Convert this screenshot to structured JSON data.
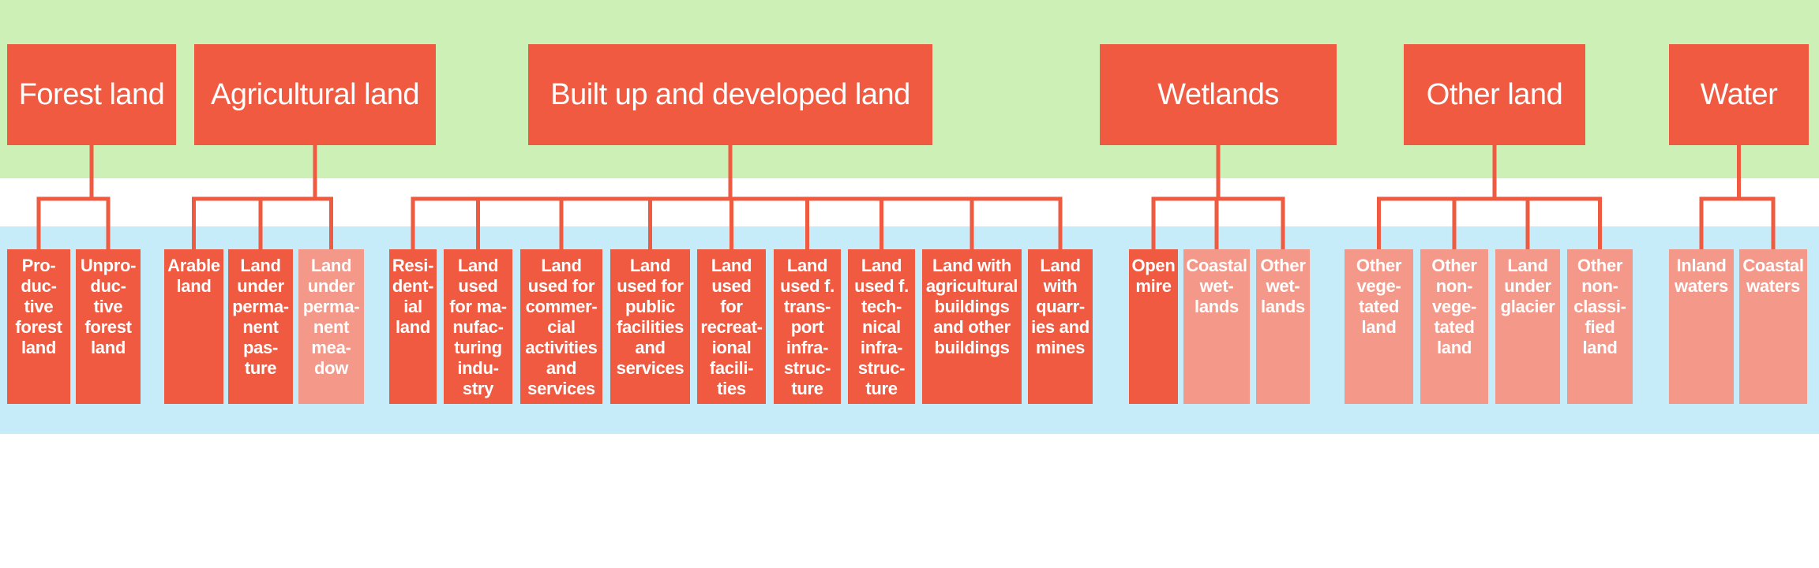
{
  "colors": {
    "band_top": "#cdf0b6",
    "band_bottom": "#c7ecf9",
    "box_dark": "#ef5a40",
    "box_light": "#f4998a",
    "connector": "#ef5a40"
  },
  "categories": [
    {
      "label": "Forest land",
      "children": [
        {
          "label": "Pro-\nduc-\ntive\nforest\nland",
          "shade": "dark"
        },
        {
          "label": "Unpro-\nduc-\ntive\nforest\nland",
          "shade": "dark"
        }
      ]
    },
    {
      "label": "Agricultural land",
      "children": [
        {
          "label": "Arable\nland",
          "shade": "dark"
        },
        {
          "label": "Land\nunder\nperma-\nnent\npas-\nture",
          "shade": "dark"
        },
        {
          "label": "Land\nunder\nperma-\nnent\nmea-\ndow",
          "shade": "light"
        }
      ]
    },
    {
      "label": "Built up and developed land",
      "children": [
        {
          "label": "Resi-\ndent-\nial\nland",
          "shade": "dark"
        },
        {
          "label": "Land\nused\nfor ma-\nnufac-\nturing\nindu-\nstry",
          "shade": "dark"
        },
        {
          "label": "Land\nused for\ncommer-\ncial\nactivities\nand\nservices",
          "shade": "dark"
        },
        {
          "label": "Land\nused for\npublic\nfacilities\nand\nservices",
          "shade": "dark"
        },
        {
          "label": "Land\nused\nfor\nrecreat-\nional\nfacili-\nties",
          "shade": "dark"
        },
        {
          "label": "Land\nused f.\ntrans-\nport\ninfra-\nstruc-\nture",
          "shade": "dark"
        },
        {
          "label": "Land\nused f.\ntech-\nnical\ninfra-\nstruc-\nture",
          "shade": "dark"
        },
        {
          "label": "Land with\nagricultural\nbuildings\nand other\nbuildings",
          "shade": "dark"
        },
        {
          "label": "Land\nwith\nquarr-\nies and\nmines",
          "shade": "dark"
        }
      ]
    },
    {
      "label": "Wetlands",
      "children": [
        {
          "label": "Open\nmire",
          "shade": "dark"
        },
        {
          "label": "Coastal\nwet-\nlands",
          "shade": "light"
        },
        {
          "label": "Other\nwet-\nlands",
          "shade": "light"
        }
      ]
    },
    {
      "label": "Other land",
      "children": [
        {
          "label": "Other\nvege-\ntated\nland",
          "shade": "light"
        },
        {
          "label": "Other\nnon-\nvege-\ntated\nland",
          "shade": "light"
        },
        {
          "label": "Land\nunder\nglacier",
          "shade": "light"
        },
        {
          "label": "Other\nnon-\nclassi-\nfied\nland",
          "shade": "light"
        }
      ]
    },
    {
      "label": "Water",
      "children": [
        {
          "label": "Inland\nwaters",
          "shade": "light"
        },
        {
          "label": "Coastal\nwaters",
          "shade": "light"
        }
      ]
    }
  ]
}
